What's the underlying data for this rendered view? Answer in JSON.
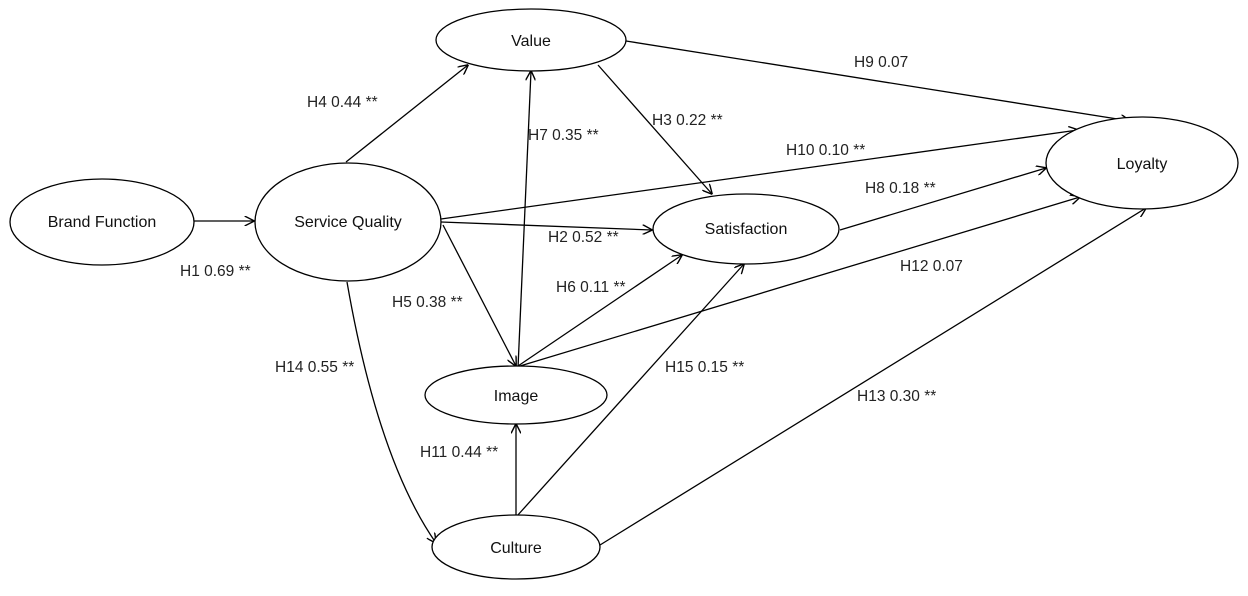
{
  "nodes": [
    {
      "id": "brand_function",
      "label": "Brand Function"
    },
    {
      "id": "service_quality",
      "label": "Service Quality"
    },
    {
      "id": "value",
      "label": "Value"
    },
    {
      "id": "satisfaction",
      "label": "Satisfaction"
    },
    {
      "id": "loyalty",
      "label": "Loyalty"
    },
    {
      "id": "image",
      "label": "Image"
    },
    {
      "id": "culture",
      "label": "Culture"
    }
  ],
  "edges": [
    {
      "id": "h1",
      "from": "brand_function",
      "to": "service_quality",
      "label": "H1 0.69 **"
    },
    {
      "id": "h2",
      "from": "service_quality",
      "to": "satisfaction",
      "label": "H2 0.52 **"
    },
    {
      "id": "h3",
      "from": "value",
      "to": "satisfaction",
      "label": "H3 0.22 **"
    },
    {
      "id": "h4",
      "from": "service_quality",
      "to": "value",
      "label": "H4 0.44 **"
    },
    {
      "id": "h5",
      "from": "service_quality",
      "to": "image",
      "label": "H5 0.38 **"
    },
    {
      "id": "h6",
      "from": "image",
      "to": "satisfaction",
      "label": "H6 0.11 **"
    },
    {
      "id": "h7",
      "from": "image",
      "to": "value",
      "label": "H7 0.35 **"
    },
    {
      "id": "h8",
      "from": "satisfaction",
      "to": "loyalty",
      "label": "H8 0.18 **"
    },
    {
      "id": "h9",
      "from": "value",
      "to": "loyalty",
      "label": "H9 0.07"
    },
    {
      "id": "h10",
      "from": "service_quality",
      "to": "loyalty",
      "label": "H10 0.10 **"
    },
    {
      "id": "h11",
      "from": "culture",
      "to": "image",
      "label": "H11 0.44 **"
    },
    {
      "id": "h12",
      "from": "image",
      "to": "loyalty",
      "label": "H12 0.07"
    },
    {
      "id": "h13",
      "from": "culture",
      "to": "loyalty",
      "label": "H13 0.30 **"
    },
    {
      "id": "h14",
      "from": "service_quality",
      "to": "culture",
      "label": "H14 0.55 **"
    },
    {
      "id": "h15",
      "from": "culture",
      "to": "satisfaction",
      "label": "H15 0.15 **"
    }
  ]
}
